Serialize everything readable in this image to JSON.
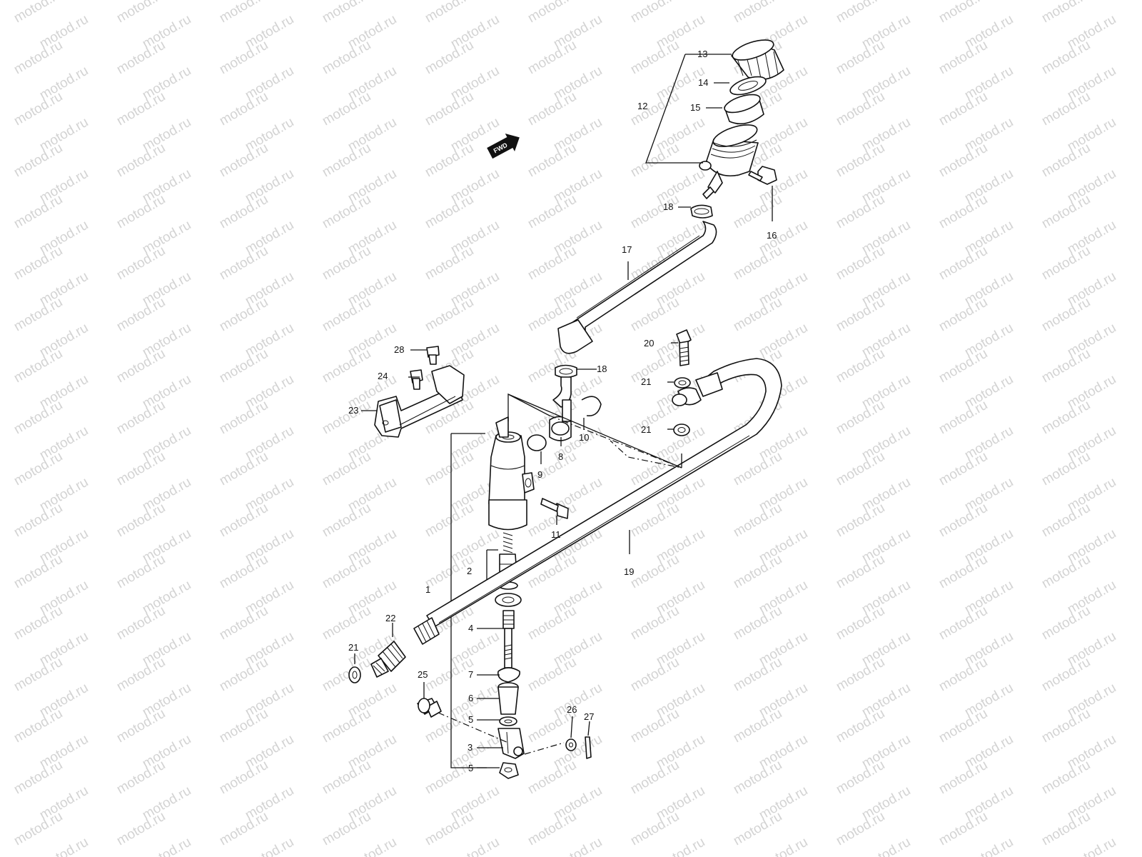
{
  "watermark": {
    "text": "motod.ru",
    "color": "#d3d3d3"
  },
  "direction_label": "FWD",
  "callouts": [
    {
      "id": "c1",
      "label": "1"
    },
    {
      "id": "c2",
      "label": "2"
    },
    {
      "id": "c3",
      "label": "3"
    },
    {
      "id": "c4",
      "label": "4"
    },
    {
      "id": "c5a",
      "label": "5"
    },
    {
      "id": "c5b",
      "label": "5"
    },
    {
      "id": "c6",
      "label": "6"
    },
    {
      "id": "c7",
      "label": "7"
    },
    {
      "id": "c8",
      "label": "8"
    },
    {
      "id": "c9",
      "label": "9"
    },
    {
      "id": "c10",
      "label": "10"
    },
    {
      "id": "c11",
      "label": "11"
    },
    {
      "id": "c12",
      "label": "12"
    },
    {
      "id": "c13",
      "label": "13"
    },
    {
      "id": "c14",
      "label": "14"
    },
    {
      "id": "c15",
      "label": "15"
    },
    {
      "id": "c16",
      "label": "16"
    },
    {
      "id": "c17",
      "label": "17"
    },
    {
      "id": "c18a",
      "label": "18"
    },
    {
      "id": "c18b",
      "label": "18"
    },
    {
      "id": "c19",
      "label": "19"
    },
    {
      "id": "c20",
      "label": "20"
    },
    {
      "id": "c21a",
      "label": "21"
    },
    {
      "id": "c21b",
      "label": "21"
    },
    {
      "id": "c21c",
      "label": "21"
    },
    {
      "id": "c22",
      "label": "22"
    },
    {
      "id": "c23",
      "label": "23"
    },
    {
      "id": "c24",
      "label": "24"
    },
    {
      "id": "c25",
      "label": "25"
    },
    {
      "id": "c26",
      "label": "26"
    },
    {
      "id": "c27",
      "label": "27"
    },
    {
      "id": "c28",
      "label": "28"
    }
  ]
}
